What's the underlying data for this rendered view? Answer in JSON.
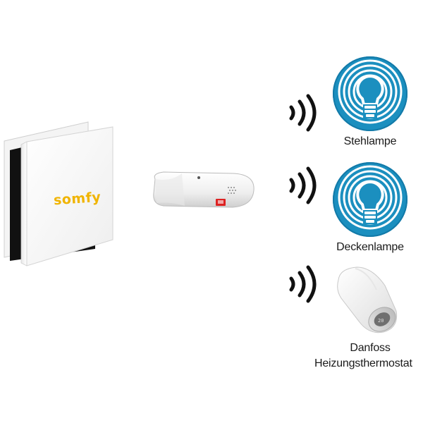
{
  "hub": {
    "brand": "somfy",
    "icon": "somfy-box-icon",
    "color": "#f0b400"
  },
  "usb_stick": {
    "icon": "usb-stick-icon"
  },
  "devices": [
    {
      "label": "Stehlampe",
      "icon": "lamp-icon",
      "signal_icon": "wireless-signal-icon"
    },
    {
      "label": "Deckenlampe",
      "icon": "lamp-icon",
      "signal_icon": "wireless-signal-icon"
    },
    {
      "label_line1": "Danfoss",
      "label_line2": "Heizungsthermostat",
      "icon": "thermostat-icon",
      "signal_icon": "wireless-signal-icon"
    }
  ],
  "colors": {
    "lamp_blue": "#1b8fbf",
    "lamp_dark": "#1a6f9a",
    "signal": "#111111"
  }
}
